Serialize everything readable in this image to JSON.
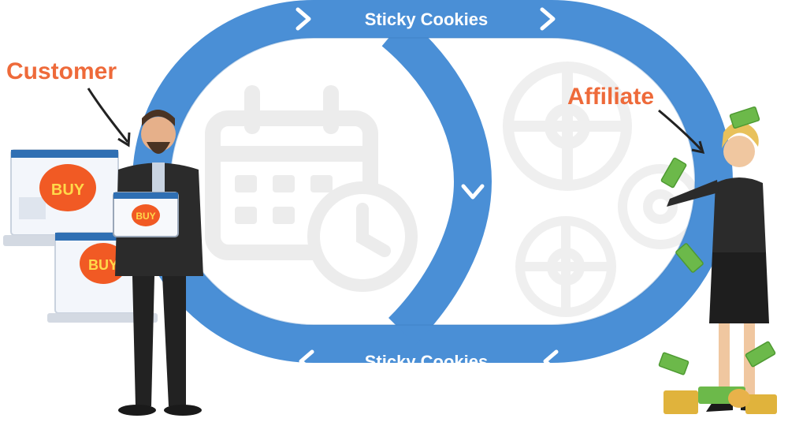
{
  "labels": {
    "customer": "Customer",
    "affiliate": "Affiliate",
    "loop_top": "Sticky Cookies",
    "loop_bottom": "Sticky Cookies",
    "buy_1": "BUY",
    "buy_2": "BUY",
    "buy_3": "BUY"
  },
  "colors": {
    "loop": "#4a8fd6",
    "loop_dark": "#3c7dc4",
    "label_orange": "#ee6a3a",
    "buy_bubble": "#f15a24",
    "background_icons": "#eeeeee",
    "suit": "#2b2b2b",
    "money": "#6cb94a"
  },
  "icons": [
    "calendar-icon",
    "clock-icon",
    "gear-icon",
    "chevron-right-icon",
    "chevron-left-icon",
    "chevron-down-icon",
    "dollar-bill-icon",
    "coin-stack-icon",
    "laptop-icon",
    "tablet-icon"
  ]
}
